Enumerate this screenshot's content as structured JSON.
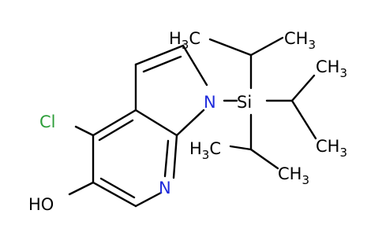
{
  "molecule": {
    "bond_color": "#000000",
    "heteroatom_color": "#1f2bdc",
    "halogen_color": "#2e9e3a",
    "labels": {
      "cl": "Cl",
      "ho": "HO",
      "n_pyridine": "N",
      "n_pyrrole": "N",
      "si": "Si",
      "methyl_ch": "CH",
      "methyl_sub": "3",
      "methyl_h": "H",
      "methyl_c": "C"
    }
  }
}
